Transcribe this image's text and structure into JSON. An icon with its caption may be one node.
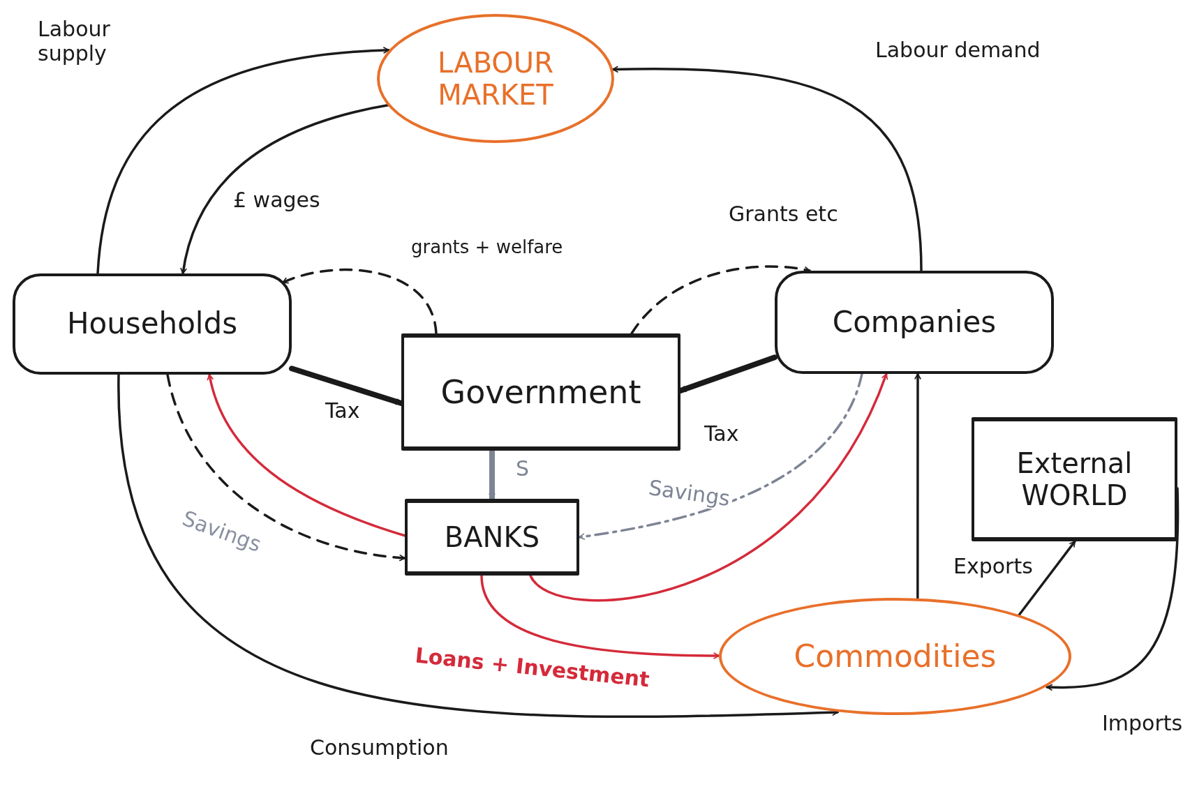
{
  "diagram": {
    "nodes": [
      {
        "text": [
          "LABOUR MARKET"
        ]
      },
      {
        "text": [
          "Households"
        ]
      },
      {
        "text": [
          "Companies"
        ]
      },
      {
        "text": [
          "Government"
        ]
      },
      {
        "text": [
          "BANKS"
        ]
      },
      {
        "text": [
          "External WORLD"
        ]
      },
      {
        "text": [
          "Commodities"
        ]
      }
    ],
    "edges": [
      {
        "from": 1,
        "to": 0,
        "arrow": "to",
        "label": "Labour supply"
      },
      {
        "from": 0,
        "to": 1,
        "arrow": "to",
        "label": "£ wages"
      },
      {
        "from": 2,
        "to": 0,
        "arrow": "to",
        "label": "Labour demand"
      },
      {
        "from": 3,
        "to": 1,
        "arrow": "to",
        "style": "dashed",
        "label": "grants + welfare"
      },
      {
        "from": 3,
        "to": 2,
        "arrow": "to",
        "style": "dashed",
        "label": "Grants etc"
      },
      {
        "from": 1,
        "to": 3,
        "arrow": "to",
        "style": "thick",
        "label": "Tax"
      },
      {
        "from": 2,
        "to": 3,
        "arrow": "to",
        "style": "thick",
        "label": "Tax"
      },
      {
        "from": 3,
        "to": 4,
        "arrow": "to",
        "style": "thick",
        "color": "#7d8494",
        "label": "S"
      },
      {
        "from": 1,
        "to": 4,
        "arrow": "to",
        "style": "dashed",
        "label": "Savings"
      },
      {
        "from": 2,
        "to": 4,
        "arrow": "to",
        "style": "dashed",
        "color": "#7d8494",
        "label": "Savings"
      },
      {
        "from": 4,
        "to": 1,
        "arrow": "to",
        "color": "#d42a3a"
      },
      {
        "from": 4,
        "to": 2,
        "arrow": "to",
        "color": "#d42a3a"
      },
      {
        "from": 4,
        "to": 6,
        "arrow": "to",
        "color": "#d42a3a",
        "label": "Loans + Investment"
      },
      {
        "from": 1,
        "to": 6,
        "arrow": "to",
        "label": "Consumption"
      },
      {
        "from": 6,
        "to": 2,
        "arrow": "to"
      },
      {
        "from": 6,
        "to": 5,
        "arrow": "to",
        "label": "Exports"
      },
      {
        "from": 5,
        "to": 6,
        "arrow": "to",
        "label": "Imports"
      }
    ]
  }
}
